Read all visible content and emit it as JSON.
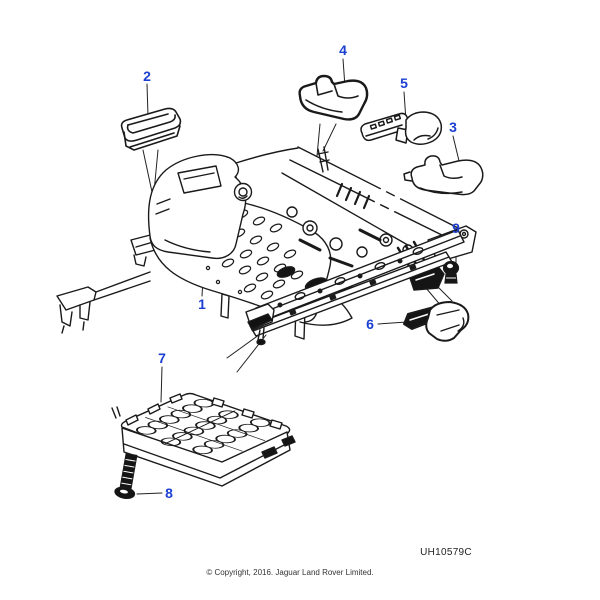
{
  "diagram": {
    "code": "UH10579C",
    "copyright": "© Copyright, 2016. Jaguar Land Rover Limited."
  },
  "callouts": [
    {
      "label": "1"
    },
    {
      "label": "2"
    },
    {
      "label": "3"
    },
    {
      "label": "4"
    },
    {
      "label": "5"
    },
    {
      "label": "6"
    },
    {
      "label": "7"
    },
    {
      "label": "8"
    },
    {
      "label": "9"
    }
  ],
  "colors": {
    "callout_blue": "#1b3fd2",
    "line_ink": "#1a1a1a"
  }
}
